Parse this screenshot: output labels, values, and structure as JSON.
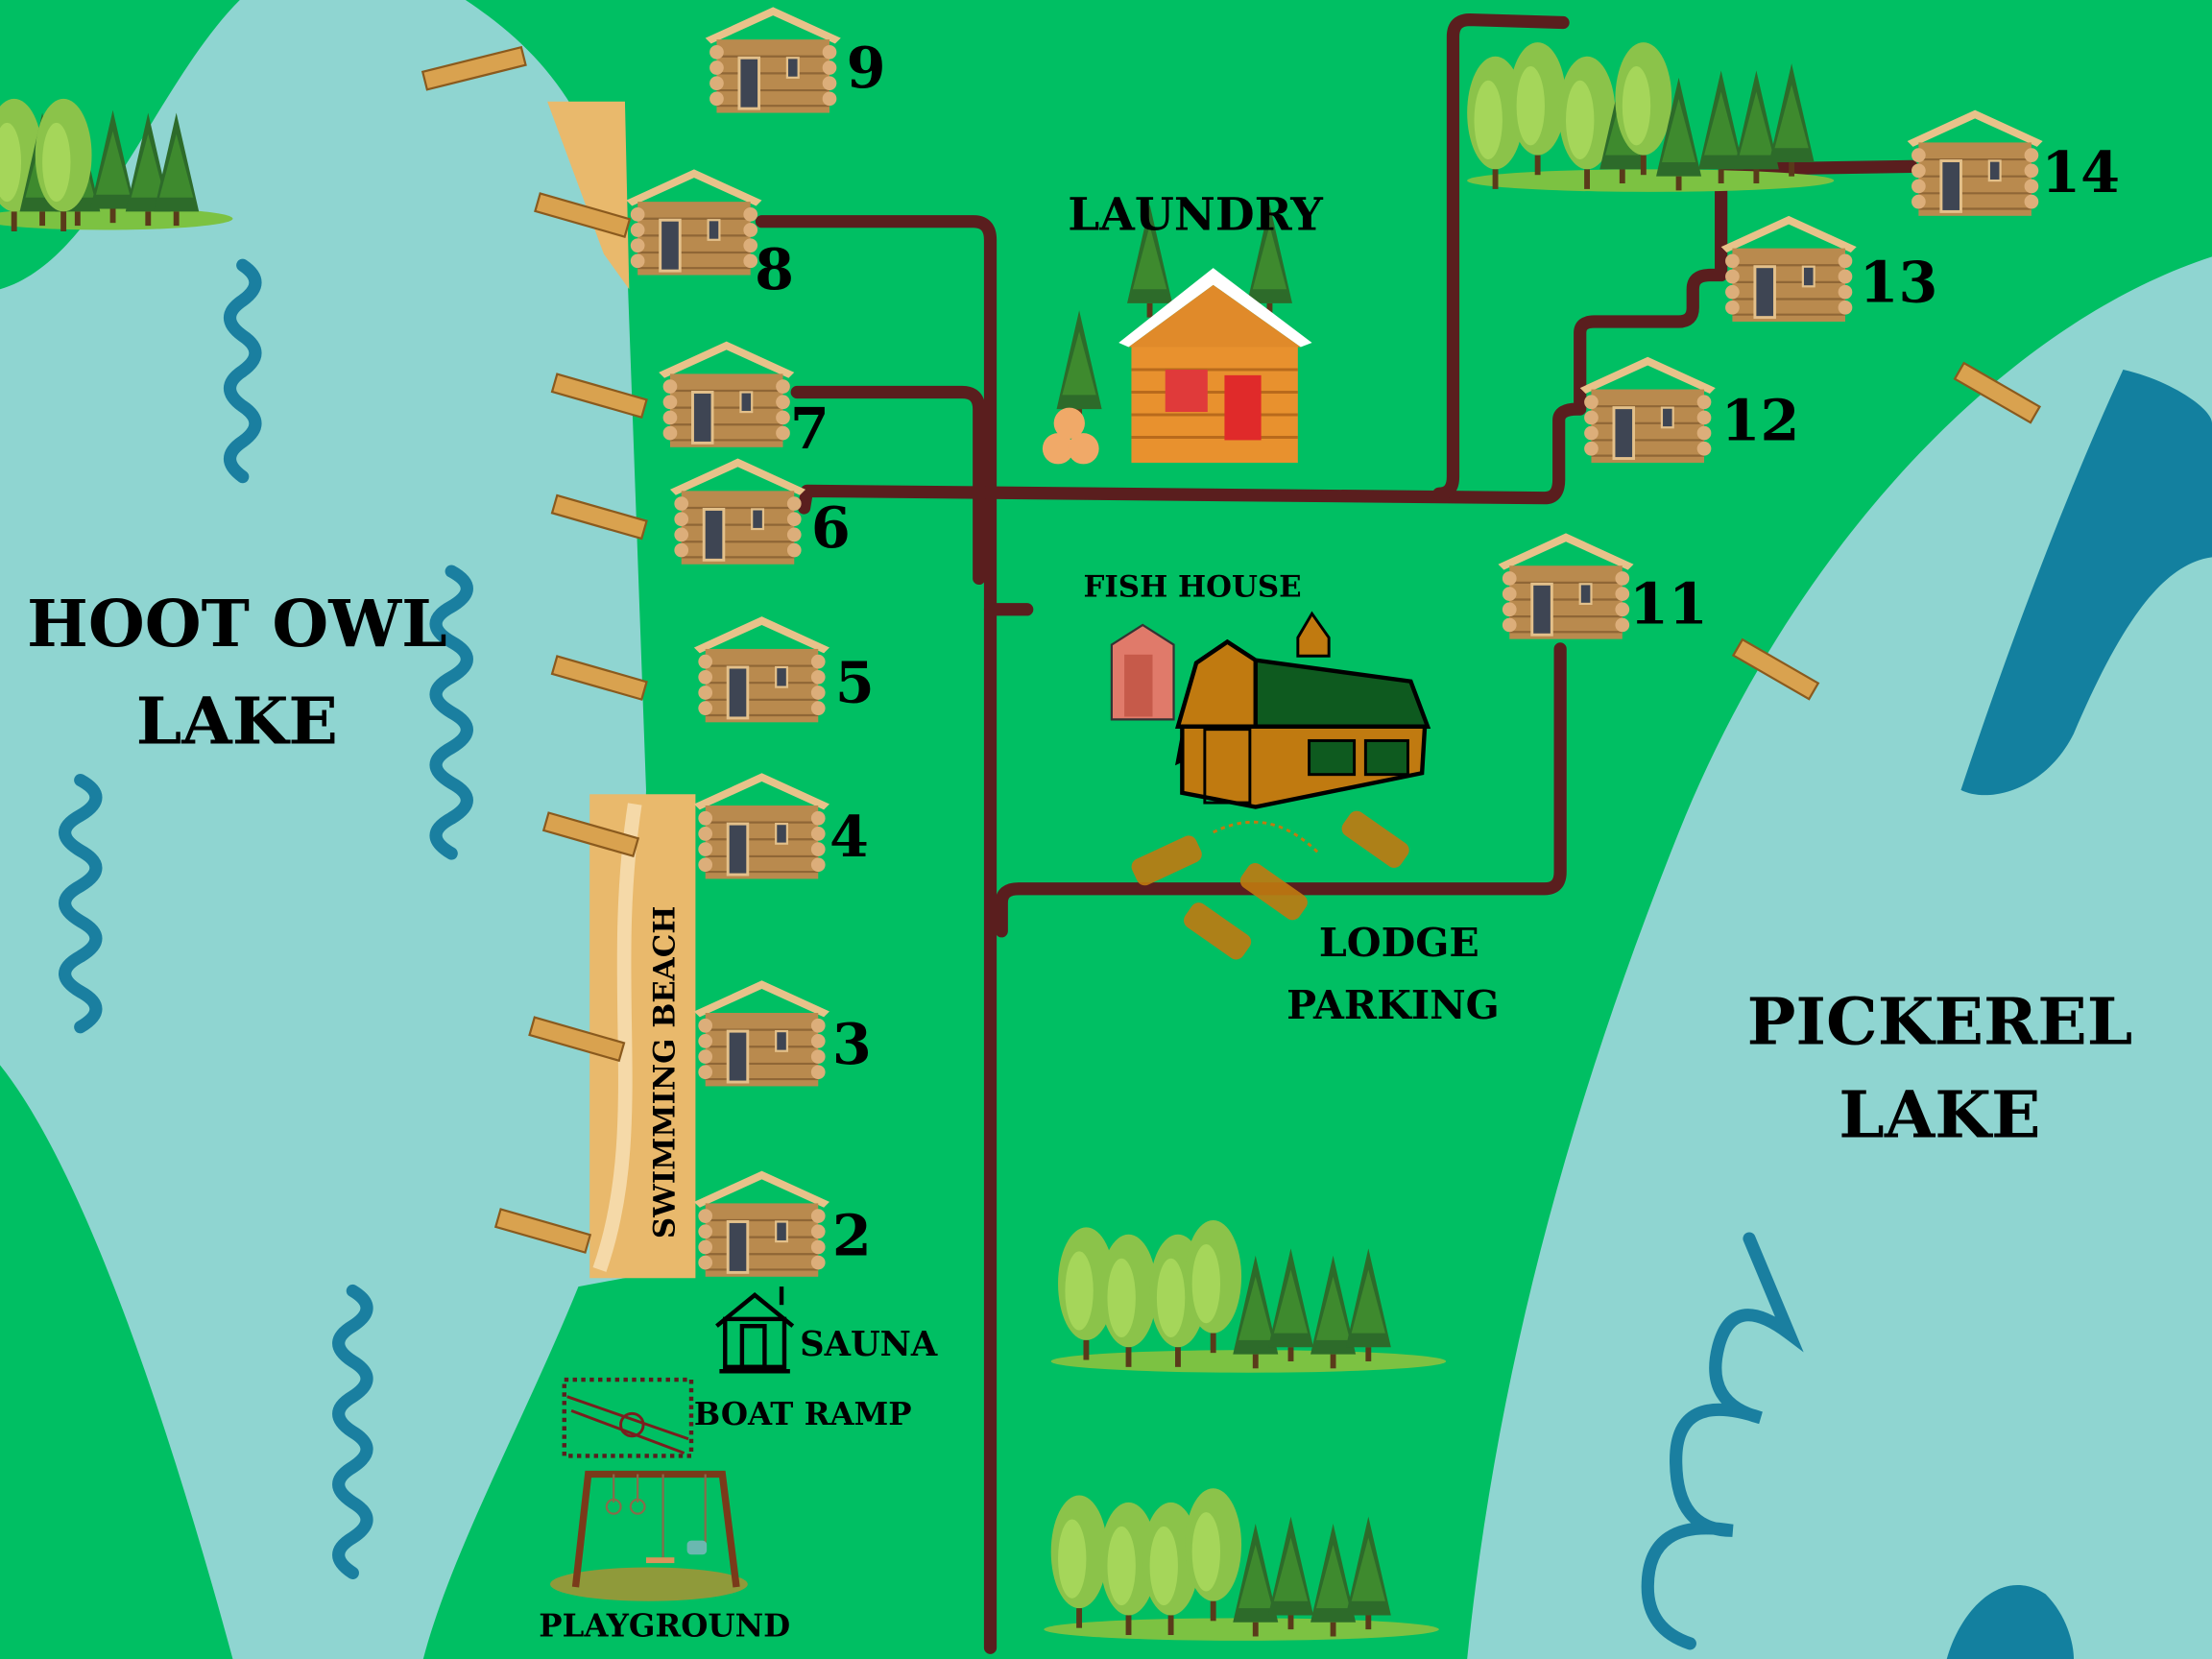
{
  "title": "Camp Map",
  "lakes": {
    "hoot_owl": {
      "line1": "HOOT OWL",
      "line2": "LAKE"
    },
    "pickerel": {
      "line1": "PICKEREL",
      "line2": "LAKE"
    }
  },
  "cabins": {
    "c2": "2",
    "c3": "3",
    "c4": "4",
    "c5": "5",
    "c6": "6",
    "c7": "7",
    "c8": "8",
    "c9": "9",
    "c11": "11",
    "c12": "12",
    "c13": "13",
    "c14": "14"
  },
  "places": {
    "laundry": "LAUNDRY",
    "fish_house": "FISH HOUSE",
    "lodge_parking_1": "LODGE",
    "lodge_parking_2": "PARKING",
    "swimming_beach": "SWIMMING BEACH",
    "sauna": "SAUNA",
    "boat_ramp": "BOAT RAMP",
    "playground": "PLAYGROUND"
  },
  "colors": {
    "land": "#00bf63",
    "lake": "#8fd5d1",
    "deep_water": "#13809f",
    "road": "#5a1e1e",
    "sand": "#e9b96c"
  }
}
